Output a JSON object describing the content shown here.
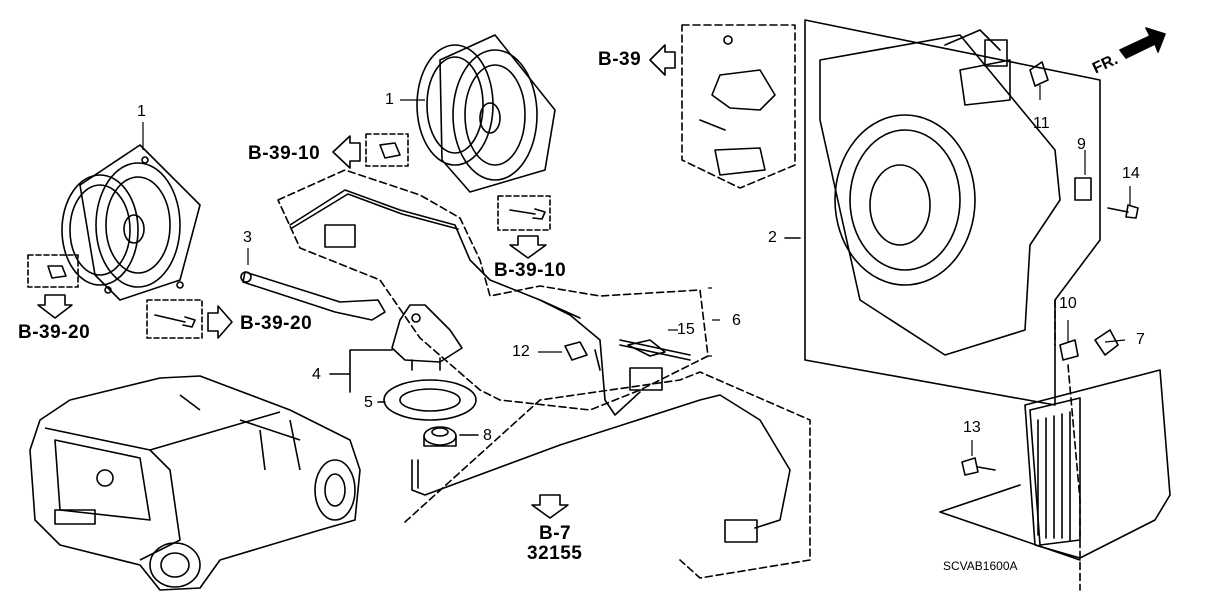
{
  "diagram": {
    "callouts": {
      "c1a": "1",
      "c1b": "1",
      "c2": "2",
      "c3": "3",
      "c4": "4",
      "c5": "5",
      "c6": "6",
      "c7": "7",
      "c8": "8",
      "c9": "9",
      "c10": "10",
      "c11": "11",
      "c12": "12",
      "c13": "13",
      "c14": "14",
      "c15": "15"
    },
    "references": {
      "b39": "B-39",
      "b3910_left": "B-39-10",
      "b3910_right": "B-39-10",
      "b3920_left": "B-39-20",
      "b3920_bottom": "B-39-20",
      "b7": "B-7",
      "part_number": "32155"
    },
    "front_indicator": "FR.",
    "diagram_code": "SCVAB1600A"
  }
}
